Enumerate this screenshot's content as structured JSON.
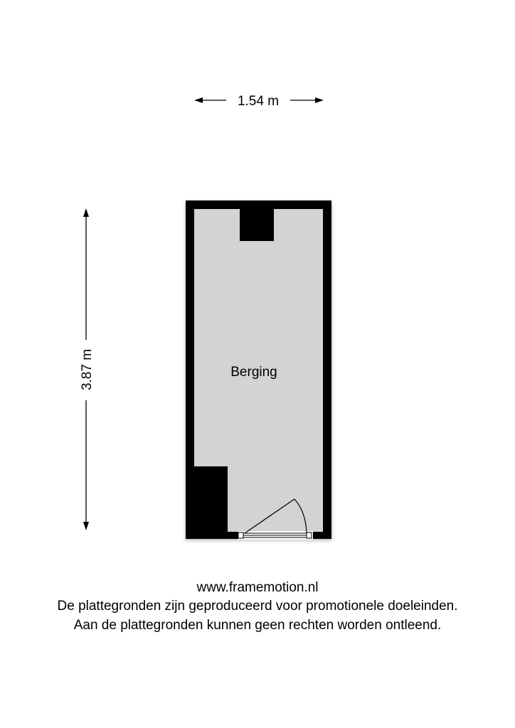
{
  "dimensions": {
    "width_label": "1.54 m",
    "height_label": "3.87 m"
  },
  "rooms": [
    {
      "label": "Berging"
    }
  ],
  "footer": {
    "website": "www.framemotion.nl",
    "disclaimer_1": "De plattegronden zijn geproduceerd voor promotionele doeleinden.",
    "disclaimer_2": "Aan de plattegronden kunnen geen rechten worden ontleend."
  },
  "colors": {
    "wall": "#000000",
    "floor": "#d3d3d3"
  }
}
